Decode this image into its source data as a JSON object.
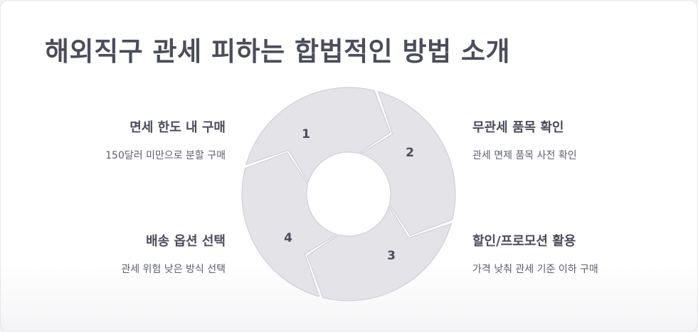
{
  "title": "해외직구 관세 피하는 합법적인 방법 소개",
  "steps": [
    {
      "number": "1",
      "heading": "면세 한도 내 구매",
      "description": "150달러 미만으로 분할 구매"
    },
    {
      "number": "2",
      "heading": "무관세 품목 확인",
      "description": "관세 면제 품목 사전 확인"
    },
    {
      "number": "3",
      "heading": "할인/프로모션 활용",
      "description": "가격 낮춰 관세 기준 이하 구매"
    },
    {
      "number": "4",
      "heading": "배송 옵션 선택",
      "description": "관세 위험 낮은 방식 선택"
    }
  ],
  "colors": {
    "segment_fill": "#e3e3e8",
    "segment_stroke": "#c9cad2",
    "text": "#4a4d5c"
  }
}
